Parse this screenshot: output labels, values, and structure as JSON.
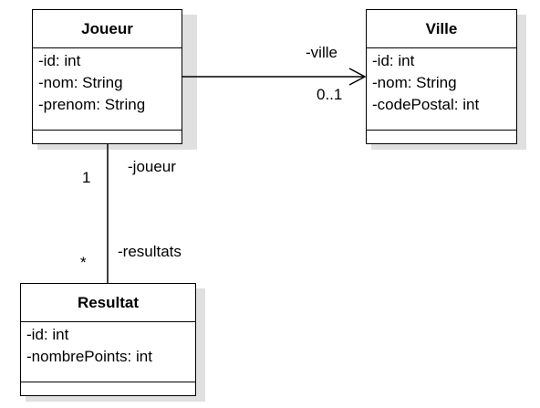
{
  "classes": {
    "joueur": {
      "name": "Joueur",
      "attributes": [
        "-id: int",
        "-nom: String",
        "-prenom: String"
      ]
    },
    "ville": {
      "name": "Ville",
      "attributes": [
        "-id: int",
        "-nom: String",
        "-codePostal: int"
      ]
    },
    "resultat": {
      "name": "Resultat",
      "attributes": [
        "-id: int",
        "-nombrePoints: int"
      ]
    }
  },
  "associations": {
    "joueur_ville": {
      "role": "-ville",
      "multiplicity": "0..1"
    },
    "joueur_resultat": {
      "source_multiplicity": "1",
      "source_role": "-joueur",
      "target_multiplicity": "*",
      "target_role": "-resultats"
    }
  }
}
